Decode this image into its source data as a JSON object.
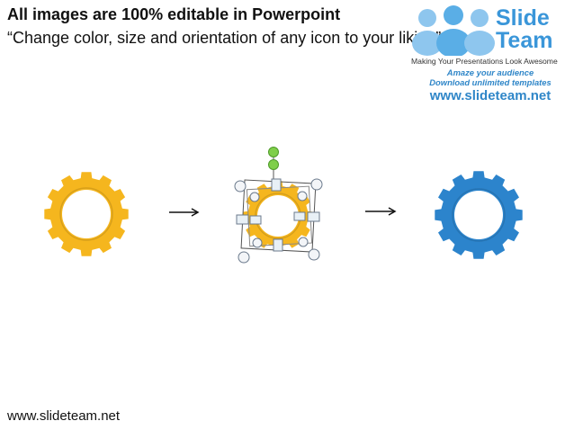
{
  "header": {
    "line1": "All images are 100% editable in Powerpoint",
    "line2": "“Change color, size and orientation of any icon to your liking”"
  },
  "logo": {
    "name_line1": "Slide",
    "name_line2": "Team",
    "tagline": "Making Your Presentations Look Awesome",
    "promo_line1": "Amaze your audience",
    "promo_line2": "Download unlimited templates",
    "url": "www.slideteam.net"
  },
  "gears": [
    {
      "id": "original",
      "color": "#f5b61e",
      "icon": "gear-icon"
    },
    {
      "id": "editing",
      "color": "#f5b61e",
      "icon": "gear-icon"
    },
    {
      "id": "recolored",
      "color": "#2c84cc",
      "icon": "gear-icon"
    }
  ],
  "colors": {
    "accent": "#3a96d9",
    "selection_handle": "#7fcf4a"
  },
  "footer": {
    "url": "www.slideteam.net"
  }
}
